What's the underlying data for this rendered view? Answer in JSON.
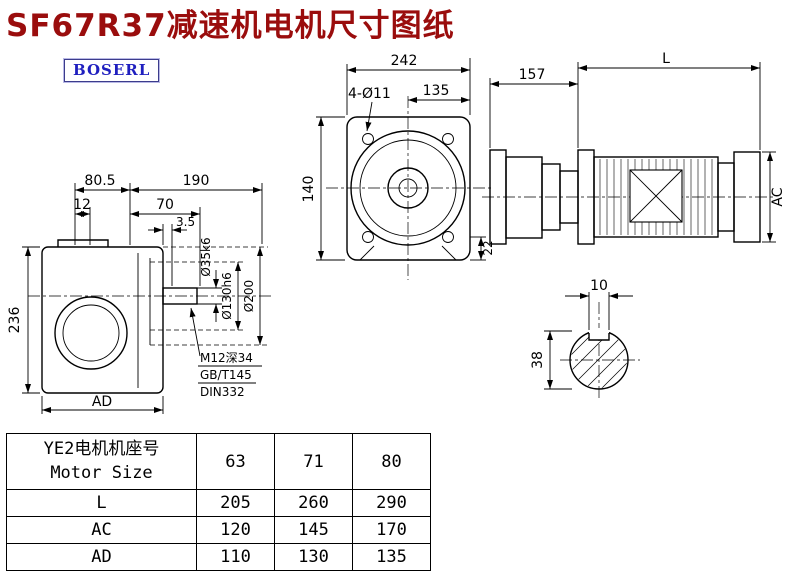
{
  "title": "SF67R37减速机电机尺寸图纸",
  "brand": "BOSERL",
  "dims": {
    "left": {
      "w1": "80.5",
      "w2": "190",
      "w3": "12",
      "w4": "70",
      "w5": "3.5",
      "h1": "236",
      "ad": "AD",
      "shaft_dia": "Ø35k6",
      "spigot_dia": "Ø130h6",
      "flange_dia": "Ø200",
      "tap": "M12深34",
      "std1": "GB/T145",
      "std2": "DIN332"
    },
    "front": {
      "w": "242",
      "w_half": "135",
      "holes": "4-Ø11",
      "h": "140",
      "foot": "22"
    },
    "motor": {
      "adapter": "157",
      "len": "L",
      "ac": "AC"
    },
    "shaft": {
      "key_w": "10",
      "dia": "38"
    }
  },
  "table": {
    "header_cn": "YE2电机机座号",
    "header_en": "Motor Size",
    "sizes": [
      "63",
      "71",
      "80"
    ],
    "rows": [
      {
        "label": "L",
        "values": [
          "205",
          "260",
          "290"
        ]
      },
      {
        "label": "AC",
        "values": [
          "120",
          "145",
          "170"
        ]
      },
      {
        "label": "AD",
        "values": [
          "110",
          "130",
          "135"
        ]
      }
    ]
  }
}
